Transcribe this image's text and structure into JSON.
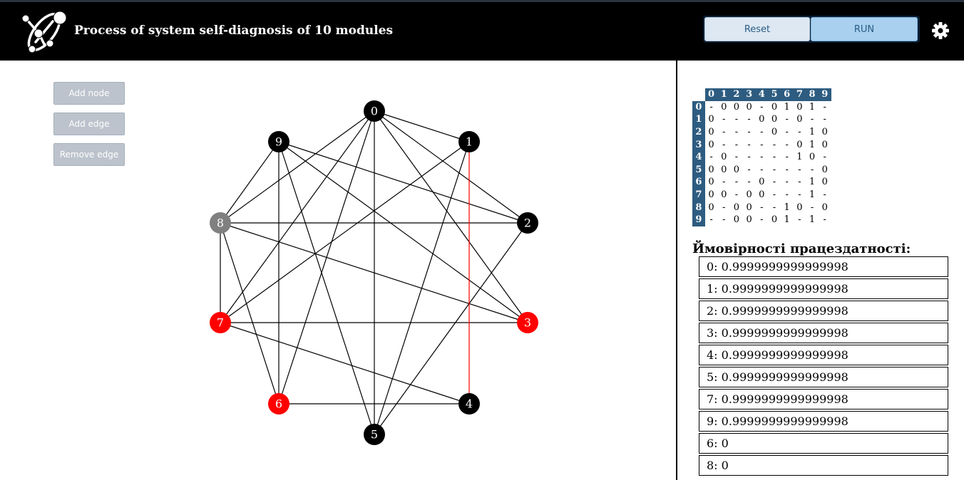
{
  "header": {
    "title": "Process of system self-diagnosis of 10 modules",
    "reset_label": "Reset",
    "run_label": "RUN",
    "logo_icon": "graph-logo-icon",
    "settings_icon": "gear-icon"
  },
  "toolbar": {
    "add_node_label": "Add node",
    "add_edge_label": "Add edge",
    "remove_edge_label": "Remove edge"
  },
  "graph": {
    "colors": {
      "ok": "#000000",
      "faulty": "#ff0000",
      "unknown": "#808080",
      "edge": "#000000",
      "highlight_edge": "#ff0000"
    },
    "nodes": [
      {
        "id": "0",
        "status": "ok"
      },
      {
        "id": "1",
        "status": "ok"
      },
      {
        "id": "2",
        "status": "ok"
      },
      {
        "id": "3",
        "status": "faulty"
      },
      {
        "id": "4",
        "status": "ok"
      },
      {
        "id": "5",
        "status": "ok"
      },
      {
        "id": "6",
        "status": "faulty"
      },
      {
        "id": "7",
        "status": "faulty"
      },
      {
        "id": "8",
        "status": "unknown"
      },
      {
        "id": "9",
        "status": "ok"
      }
    ],
    "edges": [
      [
        "0",
        "1"
      ],
      [
        "0",
        "2"
      ],
      [
        "0",
        "3"
      ],
      [
        "0",
        "5"
      ],
      [
        "0",
        "6"
      ],
      [
        "0",
        "7"
      ],
      [
        "0",
        "8"
      ],
      [
        "9",
        "2"
      ],
      [
        "9",
        "3"
      ],
      [
        "9",
        "5"
      ],
      [
        "9",
        "6"
      ],
      [
        "9",
        "8"
      ],
      [
        "8",
        "2"
      ],
      [
        "8",
        "3"
      ],
      [
        "8",
        "6"
      ],
      [
        "8",
        "7"
      ],
      [
        "7",
        "3"
      ],
      [
        "7",
        "4"
      ],
      [
        "7",
        "1"
      ],
      [
        "6",
        "4"
      ],
      [
        "2",
        "5"
      ],
      [
        "1",
        "5"
      ]
    ],
    "highlight_edges": [
      [
        "1",
        "4"
      ]
    ]
  },
  "matrix": {
    "headers": [
      "0",
      "1",
      "2",
      "3",
      "4",
      "5",
      "6",
      "7",
      "8",
      "9"
    ],
    "rows": [
      [
        "-",
        "0",
        "0",
        "0",
        "-",
        "0",
        "1",
        "0",
        "1",
        "-"
      ],
      [
        "0",
        "-",
        "-",
        "-",
        "0",
        "0",
        "-",
        "0",
        "-",
        "-"
      ],
      [
        "0",
        "-",
        "-",
        "-",
        "-",
        "0",
        "-",
        "-",
        "1",
        "0"
      ],
      [
        "0",
        "-",
        "-",
        "-",
        "-",
        "-",
        "-",
        "0",
        "1",
        "0"
      ],
      [
        "-",
        "0",
        "-",
        "-",
        "-",
        "-",
        "-",
        "1",
        "0",
        "-"
      ],
      [
        "0",
        "0",
        "0",
        "-",
        "-",
        "-",
        "-",
        "-",
        "-",
        "0"
      ],
      [
        "0",
        "-",
        "-",
        "-",
        "0",
        "-",
        "-",
        "-",
        "1",
        "0"
      ],
      [
        "0",
        "0",
        "-",
        "0",
        "0",
        "-",
        "-",
        "-",
        "1",
        "-"
      ],
      [
        "0",
        "-",
        "0",
        "0",
        "-",
        "-",
        "1",
        "0",
        "-",
        "0"
      ],
      [
        "-",
        "-",
        "0",
        "0",
        "-",
        "0",
        "1",
        "-",
        "1",
        "-"
      ]
    ]
  },
  "probabilities": {
    "title": "Ймовірності працездатності:",
    "items": [
      "0: 0.9999999999999998",
      "1: 0.9999999999999998",
      "2: 0.9999999999999998",
      "3: 0.9999999999999998",
      "4: 0.9999999999999998",
      "5: 0.9999999999999998",
      "7: 0.9999999999999998",
      "9: 0.9999999999999998",
      "6: 0",
      "8: 0"
    ]
  }
}
